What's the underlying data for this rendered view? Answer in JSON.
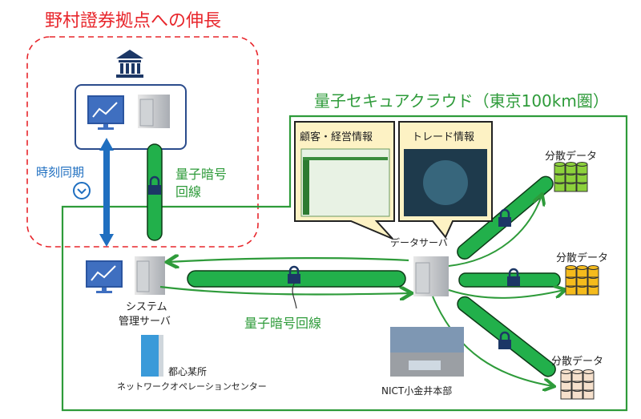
{
  "title_extension": "野村證券拠点への伸長",
  "title_cloud": "量子セキュアクラウド（東京100km圏）",
  "time_sync_label": "時刻同期",
  "qkd_line_label_vertical_1": "量子暗号",
  "qkd_line_label_vertical_2": "回線",
  "qkd_line_label_horizontal": "量子暗号回線",
  "system_server_label_1": "システム",
  "system_server_label_2": "管理サーバ",
  "noc_label_1": "都心某所",
  "noc_label_2": "ネットワークオペレーションセンター",
  "data_server_label": "データサーバ",
  "bubble_customer": "顧客・経営情報",
  "bubble_trade": "トレード情報",
  "distributed_data_1": "分散データ",
  "distributed_data_2": "分散データ",
  "distributed_data_3": "分散データ",
  "nict_label": "NICT小金井本部",
  "colors": {
    "red": "#e8262c",
    "green": "#2e9b3a",
    "pipe": "#22b04b",
    "blue": "#1f6fc0",
    "navy": "#1c3766",
    "db_green": "#8cd13b",
    "db_yellow": "#f5bb1c",
    "db_peach": "#f6e0cc"
  }
}
